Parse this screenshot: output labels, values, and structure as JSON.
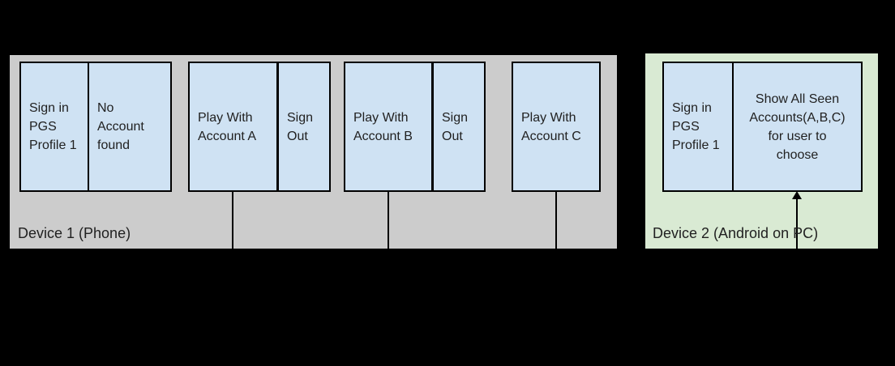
{
  "diagram": {
    "background": "#000000",
    "colors": {
      "device1_fill": "#cccccc",
      "device2_fill": "#d9ead3",
      "step_fill": "#cfe2f3",
      "border": "#000000",
      "text": "#212121"
    },
    "device1": {
      "label": "Device 1 (Phone)",
      "steps": [
        {
          "cells": [
            {
              "text": "Sign in\nPGS\nProfile 1"
            },
            {
              "text": "No\nAccount\nfound"
            }
          ]
        },
        {
          "cells": [
            {
              "text": "Play With\nAccount A"
            },
            {
              "text": "Sign\nOut"
            }
          ]
        },
        {
          "cells": [
            {
              "text": "Play With\nAccount B"
            },
            {
              "text": "Sign\nOut"
            }
          ]
        },
        {
          "cells": [
            {
              "text": "Play With\nAccount C"
            }
          ]
        }
      ]
    },
    "device2": {
      "label": "Device 2 (Android on PC)",
      "steps": [
        {
          "cells": [
            {
              "text": "Sign in\nPGS\nProfile 1"
            },
            {
              "text": "Show All Seen\nAccounts(A,B,C)\nfor user to\nchoose"
            }
          ]
        }
      ]
    }
  }
}
